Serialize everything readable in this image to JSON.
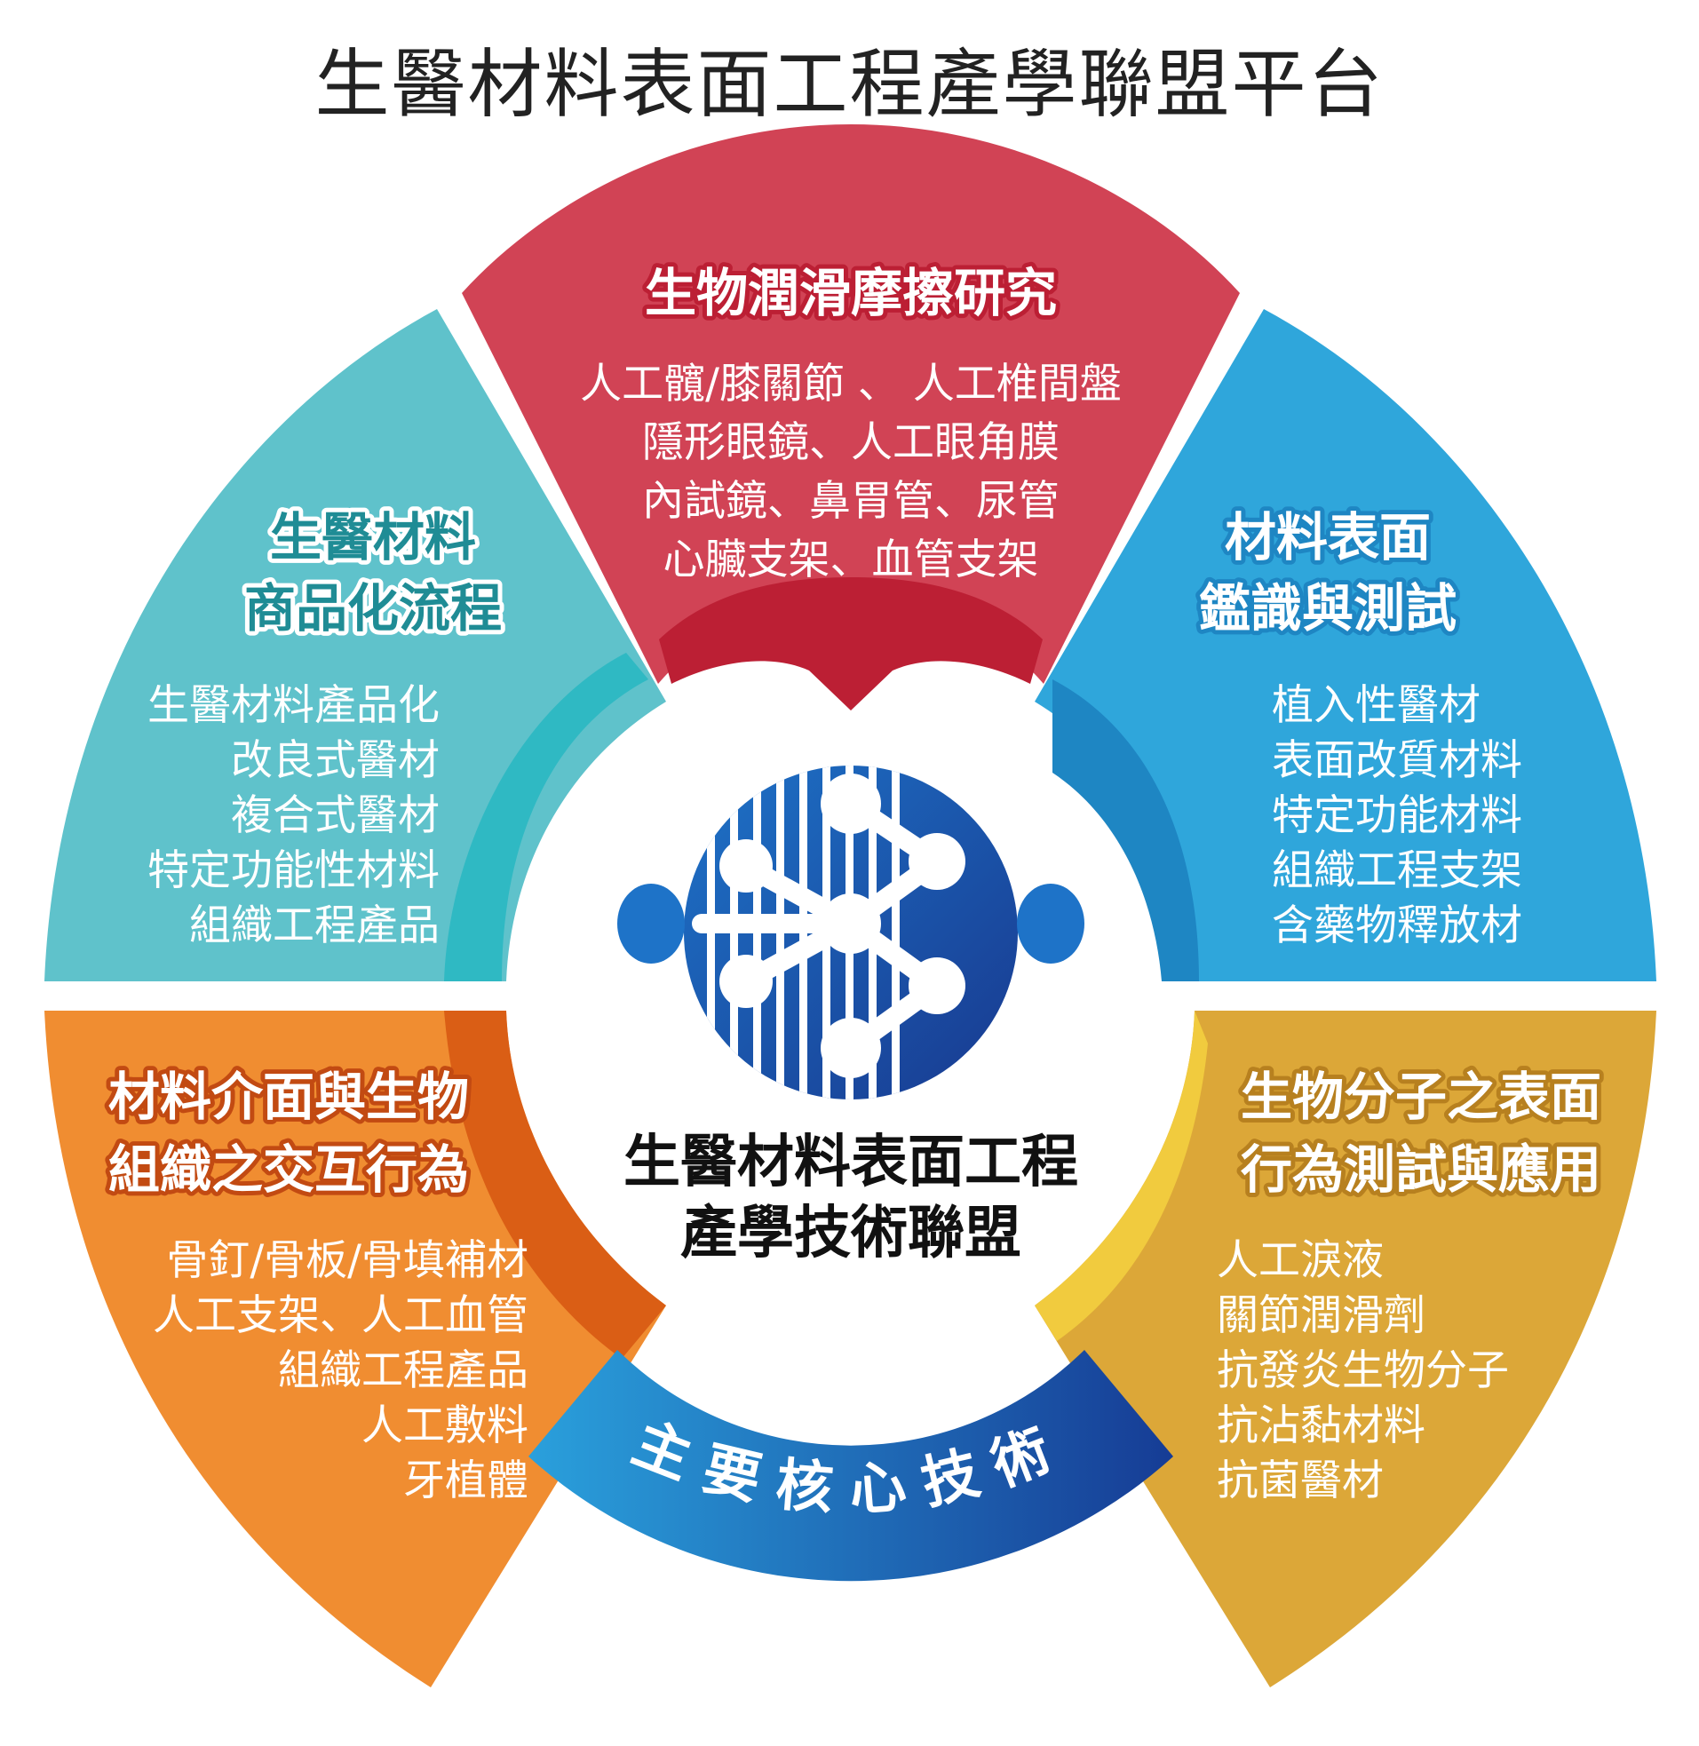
{
  "title": "生醫材料表面工程產學聯盟平台",
  "center": {
    "logo_icon": "alliance-logo-icon",
    "name_line1": "生醫材料表面工程",
    "name_line2": "產學技術聯盟"
  },
  "core_label": "主要核心技術",
  "colors": {
    "red": "#D14355",
    "red_dark": "#BC1F34",
    "blue": "#2FA6DB",
    "blue_dark": "#1E86C3",
    "teal": "#5FC2CB",
    "teal_dark": "#2FB9C3",
    "orange": "#F08D31",
    "orange_dark": "#DA5E15",
    "gold": "#DCA738",
    "gold_light": "#F1CB3E",
    "core_band_start": "#2AA0DC",
    "core_band_end": "#163C95"
  },
  "segments": [
    {
      "key": "top",
      "title_lines": [
        "生物潤滑摩擦研究"
      ],
      "items": [
        "人工髖/膝關節 、 人工椎間盤",
        "隱形眼鏡、人工眼角膜",
        "內試鏡、鼻胃管、尿管",
        "心臟支架、血管支架"
      ]
    },
    {
      "key": "upper_right",
      "title_lines": [
        "材料表面",
        "鑑識與測試"
      ],
      "items": [
        "植入性醫材",
        "表面改質材料",
        "特定功能材料",
        "組織工程支架",
        "含藥物釋放材"
      ]
    },
    {
      "key": "lower_right",
      "title_lines": [
        "生物分子之表面",
        "行為測試與應用"
      ],
      "items": [
        "人工淚液",
        "關節潤滑劑",
        "抗發炎生物分子",
        "抗沾黏材料",
        "抗菌醫材"
      ]
    },
    {
      "key": "lower_left",
      "title_lines": [
        "材料介面與生物",
        "組織之交互行為"
      ],
      "items": [
        "骨釘/骨板/骨填補材",
        "人工支架、人工血管",
        "組織工程產品",
        "人工敷料",
        "牙植體"
      ]
    },
    {
      "key": "upper_left",
      "title_lines": [
        "生醫材料",
        "商品化流程"
      ],
      "items": [
        "生醫材料產品化",
        "改良式醫材",
        "複合式醫材",
        "特定功能性材料",
        "組織工程產品"
      ]
    }
  ]
}
